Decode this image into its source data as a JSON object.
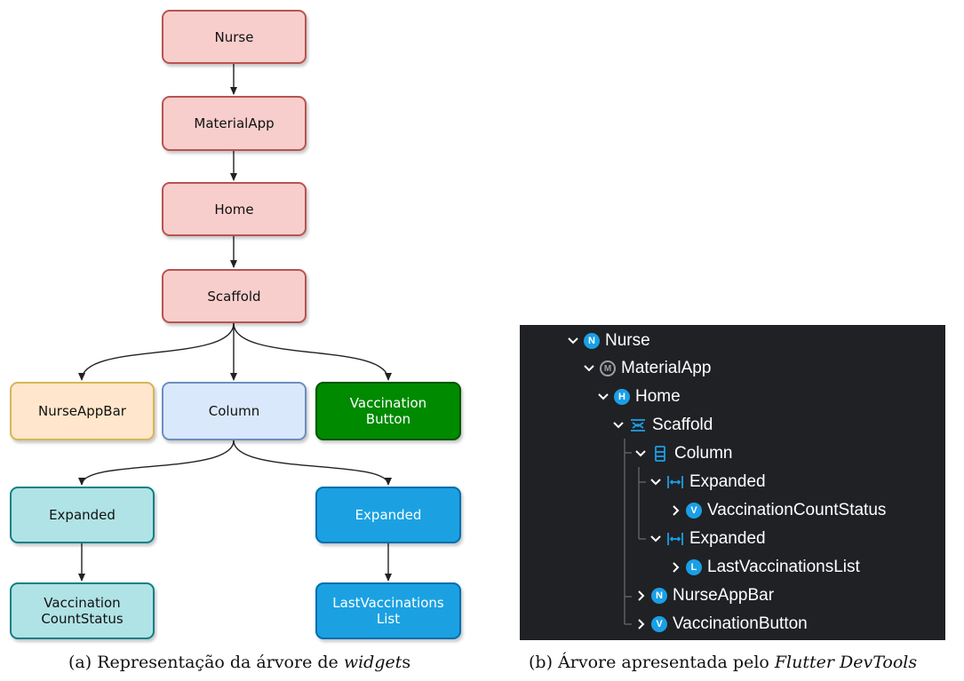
{
  "diagram": {
    "nodes": {
      "nurse": "Nurse",
      "material_app": "MaterialApp",
      "home": "Home",
      "scaffold": "Scaffold",
      "nurse_app_bar": "NurseAppBar",
      "column": "Column",
      "vaccination_button": "Vaccination\nButton",
      "expanded_left": "Expanded",
      "expanded_right": "Expanded",
      "vaccination_count_status": "Vaccination\nCountStatus",
      "last_vaccinations_list": "LastVaccinations\nList"
    },
    "caption": {
      "prefix": "(a) Representação da árvore de ",
      "italic": "widget",
      "suffix": "s"
    }
  },
  "devtools": {
    "rows": {
      "nurse": {
        "label": "Nurse",
        "badge": "N"
      },
      "material_app": {
        "label": "MaterialApp",
        "badge": "M"
      },
      "home": {
        "label": "Home",
        "badge": "H"
      },
      "scaffold": {
        "label": "Scaffold",
        "icon": "scaffold-icon"
      },
      "column": {
        "label": "Column",
        "icon": "column-icon"
      },
      "expanded_1": {
        "label": "Expanded",
        "icon": "expanded-icon"
      },
      "vaccination_count_status": {
        "label": "VaccinationCountStatus",
        "badge": "V"
      },
      "expanded_2": {
        "label": "Expanded",
        "icon": "expanded-icon"
      },
      "last_vaccinations_list": {
        "label": "LastVaccinationsList",
        "badge": "L"
      },
      "nurse_app_bar": {
        "label": "NurseAppBar",
        "badge": "N"
      },
      "vaccination_button": {
        "label": "VaccinationButton",
        "badge": "V"
      }
    },
    "caption": {
      "prefix": "(b) Árvore apresentada pelo ",
      "italic": "Flutter DevTools"
    }
  }
}
